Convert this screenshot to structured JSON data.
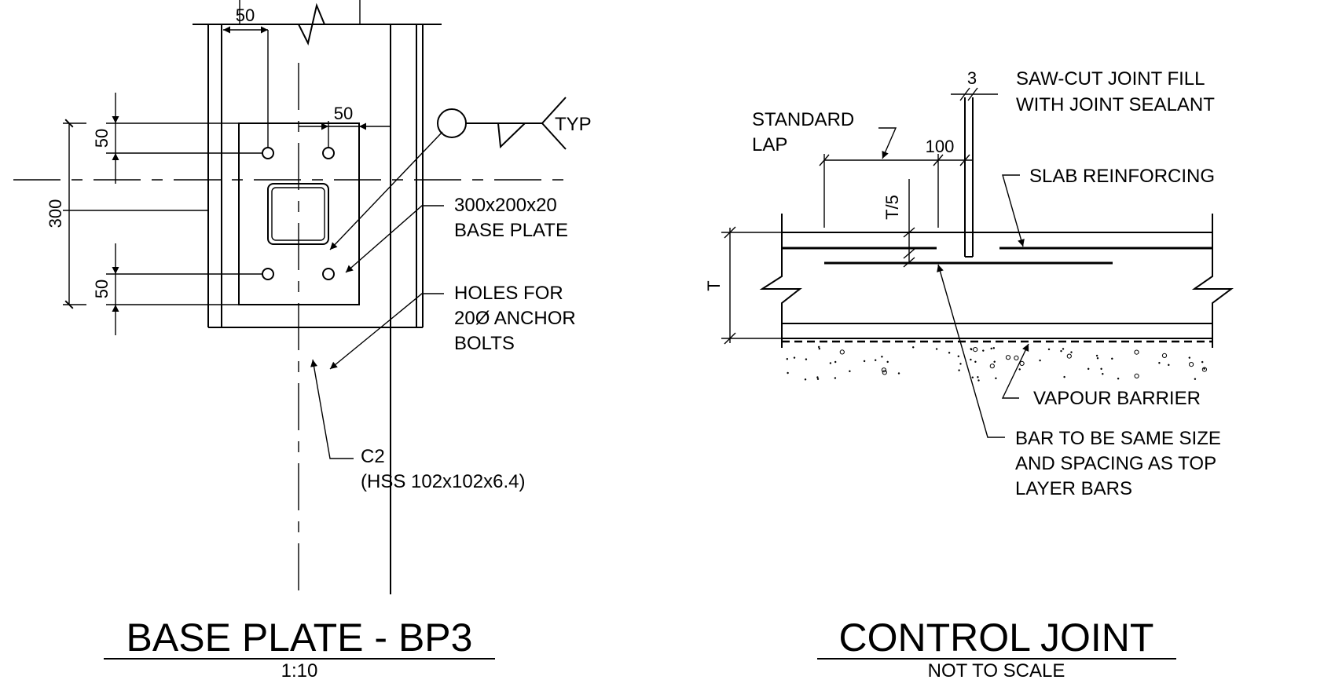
{
  "base_plate": {
    "dims": {
      "top_50": "50",
      "inner_50": "50",
      "left_50_top": "50",
      "left_300": "300",
      "left_50_bottom": "50"
    },
    "weld_note": "TYP",
    "plate_note_line1": "300x200x20",
    "plate_note_line2": "BASE PLATE",
    "holes_note_line1": "HOLES FOR",
    "holes_note_line2": "20Ø ANCHOR",
    "holes_note_line3": "BOLTS",
    "column_note_line1": "C2",
    "column_note_line2": "(HSS 102x102x6.4)",
    "title": "BASE PLATE - BP3",
    "scale": "1:10"
  },
  "control_joint": {
    "dims": {
      "saw_cut_width": "3",
      "lap_100": "100",
      "t_over_5": "T/5",
      "slab_t": "T"
    },
    "saw_cut_note_line1": "SAW-CUT JOINT FILL",
    "saw_cut_note_line2": "WITH JOINT SEALANT",
    "lap_note_line1": "STANDARD",
    "lap_note_line2": "LAP",
    "reinf_note": "SLAB REINFORCING",
    "vapour_note": "VAPOUR BARRIER",
    "bar_note_line1": "BAR TO BE SAME SIZE",
    "bar_note_line2": "AND SPACING AS TOP",
    "bar_note_line3": "LAYER BARS",
    "title": "CONTROL JOINT",
    "scale": "NOT TO SCALE"
  }
}
